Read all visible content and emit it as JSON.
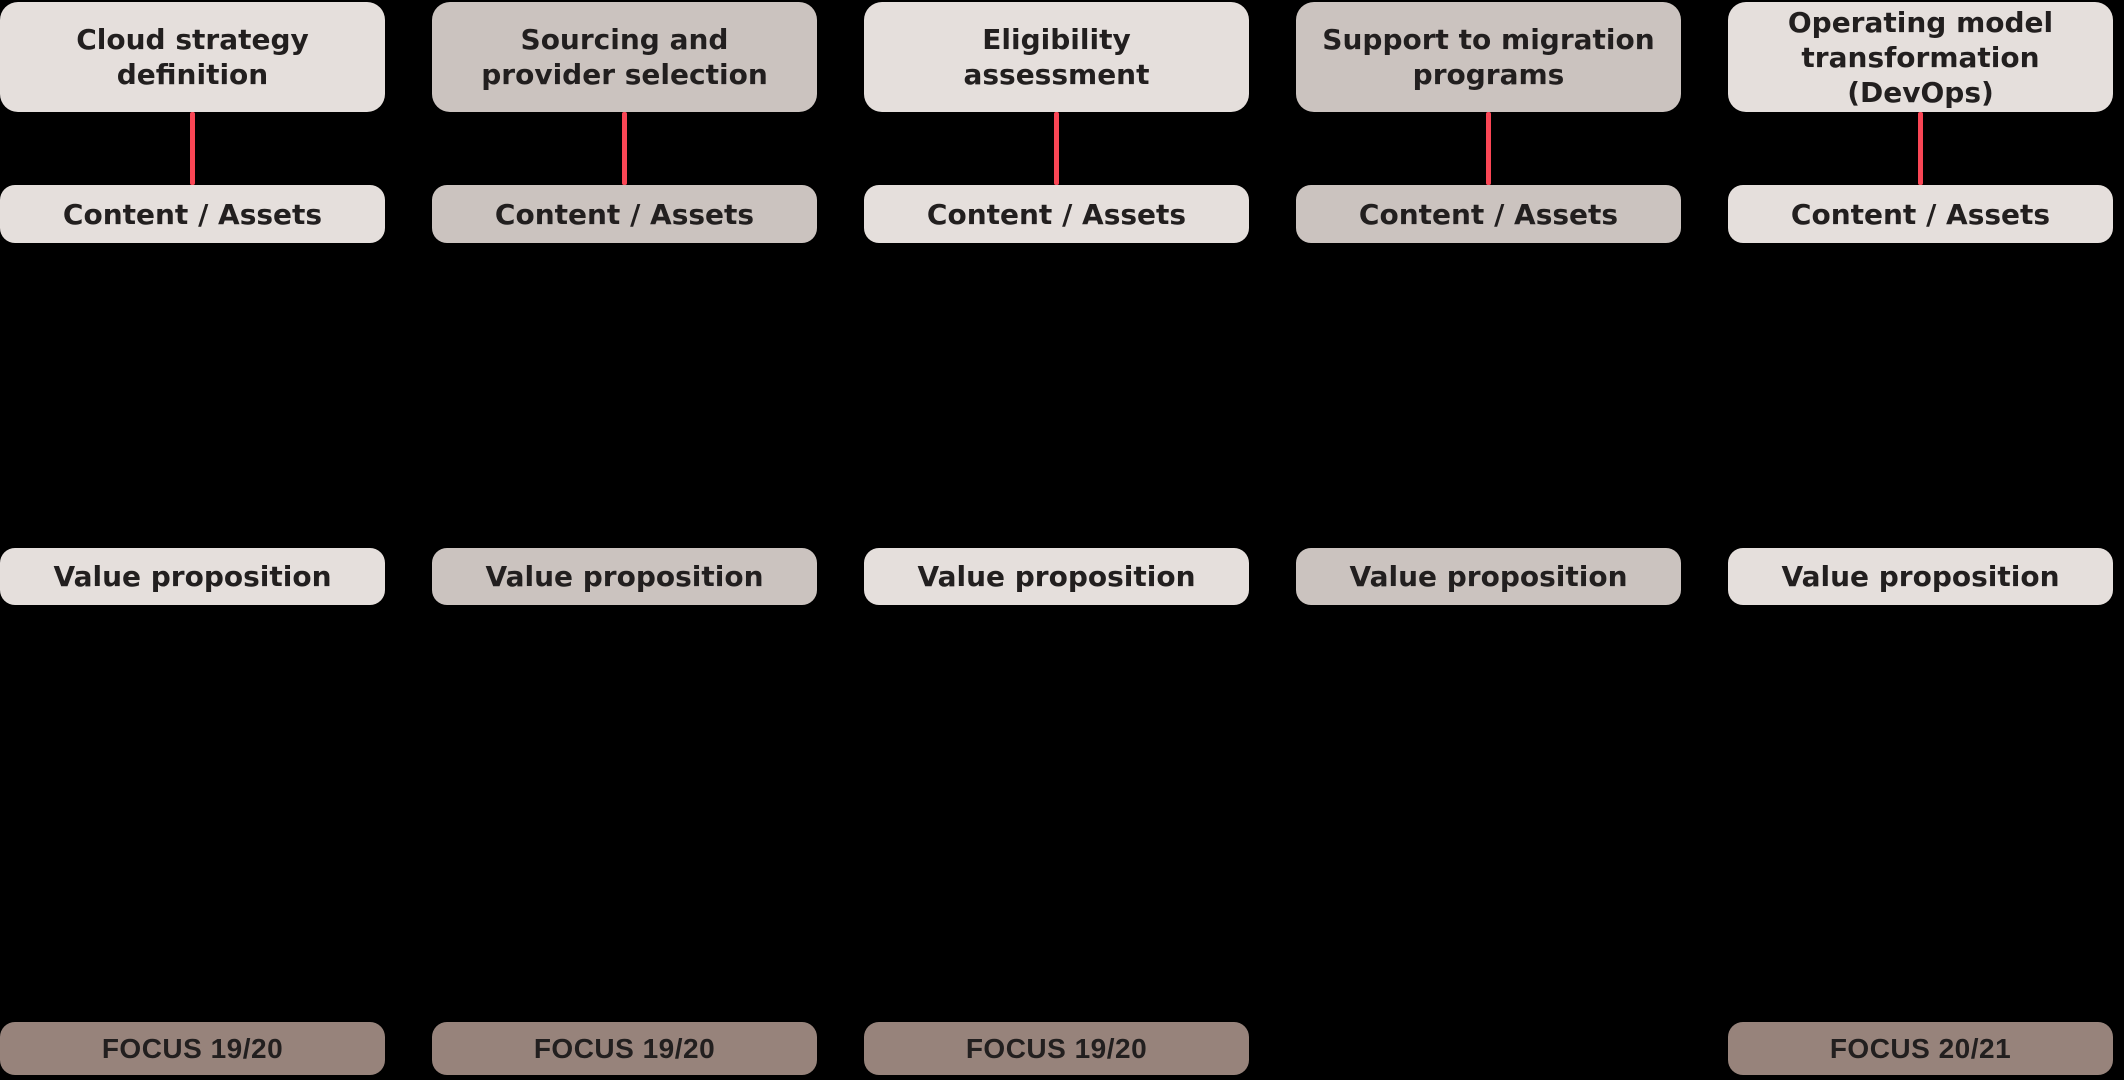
{
  "colors": {
    "background": "#000000",
    "light_box": "#e5dfdc",
    "dark_box": "#cbc3bf",
    "focus_box": "#97837b",
    "connector_red": "#fa4655",
    "text": "#221f1f"
  },
  "columns": [
    {
      "title": "Cloud strategy\ndefinition",
      "content_label": "Content / Assets",
      "value_label": "Value proposition",
      "focus_label": "FOCUS 19/20"
    },
    {
      "title": "Sourcing and\nprovider selection",
      "content_label": "Content / Assets",
      "value_label": "Value proposition",
      "focus_label": "FOCUS 19/20"
    },
    {
      "title": "Eligibility\nassessment",
      "content_label": "Content / Assets",
      "value_label": "Value proposition",
      "focus_label": "FOCUS 19/20"
    },
    {
      "title": "Support to migration\nprograms",
      "content_label": "Content / Assets",
      "value_label": "Value proposition"
    },
    {
      "title": "Operating model\ntransformation (DevOps)",
      "content_label": "Content / Assets",
      "value_label": "Value proposition",
      "focus_label": "FOCUS 20/21"
    }
  ]
}
